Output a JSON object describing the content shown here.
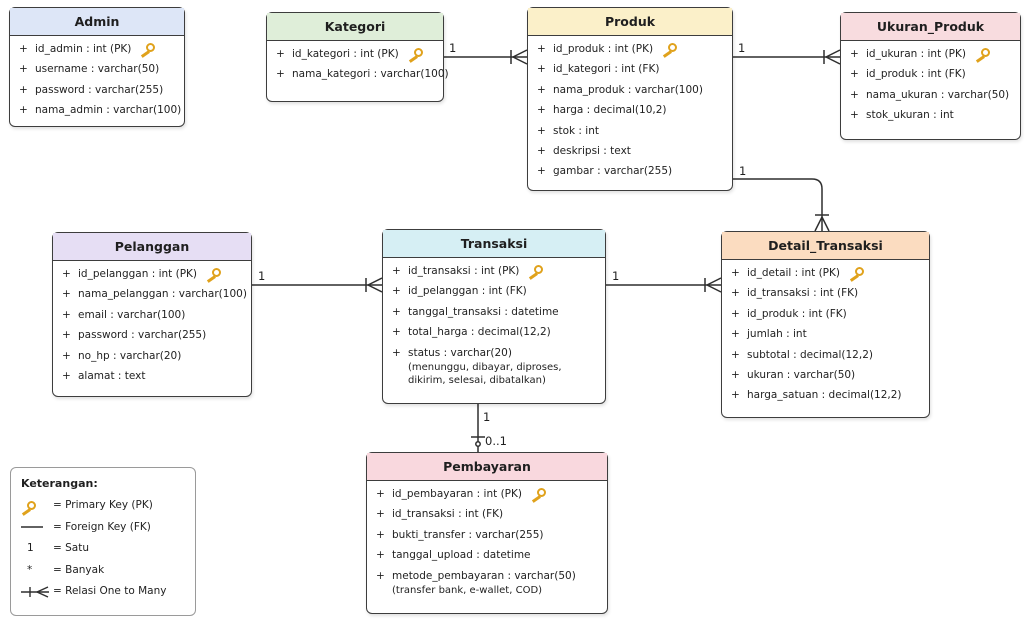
{
  "entities": {
    "admin": {
      "title": "Admin",
      "header_color": "#dde6f7",
      "attributes": [
        {
          "text": "id_admin : int (PK)",
          "pk": true
        },
        {
          "text": "username : varchar(50)",
          "pk": false
        },
        {
          "text": "password : varchar(255)",
          "pk": false
        },
        {
          "text": "nama_admin : varchar(100)",
          "pk": false
        }
      ]
    },
    "kategori": {
      "title": "Kategori",
      "header_color": "#dfeed9",
      "attributes": [
        {
          "text": "id_kategori : int (PK)",
          "pk": true
        },
        {
          "text": "nama_kategori : varchar(100)",
          "pk": false
        }
      ]
    },
    "produk": {
      "title": "Produk",
      "header_color": "#fbf0c9",
      "attributes": [
        {
          "text": "id_produk : int (PK)",
          "pk": true
        },
        {
          "text": "id_kategori : int (FK)",
          "pk": false
        },
        {
          "text": "nama_produk : varchar(100)",
          "pk": false
        },
        {
          "text": "harga : decimal(10,2)",
          "pk": false
        },
        {
          "text": "stok : int",
          "pk": false
        },
        {
          "text": "deskripsi : text",
          "pk": false
        },
        {
          "text": "gambar : varchar(255)",
          "pk": false
        }
      ]
    },
    "ukuran_produk": {
      "title": "Ukuran_Produk",
      "header_color": "#f8dcdf",
      "attributes": [
        {
          "text": "id_ukuran : int (PK)",
          "pk": true
        },
        {
          "text": "id_produk : int (FK)",
          "pk": false
        },
        {
          "text": "nama_ukuran : varchar(50)",
          "pk": false
        },
        {
          "text": "stok_ukuran : int",
          "pk": false
        }
      ]
    },
    "pelanggan": {
      "title": "Pelanggan",
      "header_color": "#e6def4",
      "attributes": [
        {
          "text": "id_pelanggan : int (PK)",
          "pk": true
        },
        {
          "text": "nama_pelanggan : varchar(100)",
          "pk": false
        },
        {
          "text": "email : varchar(100)",
          "pk": false
        },
        {
          "text": "password : varchar(255)",
          "pk": false
        },
        {
          "text": "no_hp : varchar(20)",
          "pk": false
        },
        {
          "text": "alamat : text",
          "pk": false
        }
      ]
    },
    "transaksi": {
      "title": "Transaksi",
      "header_color": "#d6eff4",
      "attributes": [
        {
          "text": "id_transaksi : int (PK)",
          "pk": true
        },
        {
          "text": "id_pelanggan : int (FK)",
          "pk": false
        },
        {
          "text": "tanggal_transaksi : datetime",
          "pk": false
        },
        {
          "text": "total_harga : decimal(12,2)",
          "pk": false
        },
        {
          "text": "status : varchar(20)",
          "pk": false,
          "note": "(menunggu, dibayar, diproses, dikirim, selesai, dibatalkan)"
        }
      ]
    },
    "detail_transaksi": {
      "title": "Detail_Transaksi",
      "header_color": "#fbdcc0",
      "attributes": [
        {
          "text": "id_detail : int (PK)",
          "pk": true
        },
        {
          "text": "id_transaksi : int (FK)",
          "pk": false
        },
        {
          "text": "id_produk : int (FK)",
          "pk": false
        },
        {
          "text": "jumlah : int",
          "pk": false
        },
        {
          "text": "subtotal : decimal(12,2)",
          "pk": false
        },
        {
          "text": "ukuran : varchar(50)",
          "pk": false
        },
        {
          "text": "harga_satuan : decimal(12,2)",
          "pk": false
        }
      ]
    },
    "pembayaran": {
      "title": "Pembayaran",
      "header_color": "#f9d8de",
      "attributes": [
        {
          "text": "id_pembayaran : int (PK)",
          "pk": true
        },
        {
          "text": "id_transaksi : int (FK)",
          "pk": false
        },
        {
          "text": "bukti_transfer : varchar(255)",
          "pk": false
        },
        {
          "text": "tanggal_upload : datetime",
          "pk": false
        },
        {
          "text": "metode_pembayaran : varchar(50)",
          "pk": false,
          "note": "(transfer bank, e-wallet, COD)"
        }
      ]
    }
  },
  "relations": {
    "kategori_produk": {
      "from_card": "1"
    },
    "produk_ukuran": {
      "from_card": "1"
    },
    "produk_detail": {
      "from_card": "1"
    },
    "pelanggan_transaksi": {
      "from_card": "1"
    },
    "transaksi_detail": {
      "from_card": "1"
    },
    "transaksi_pembayaran": {
      "from_card": "1",
      "to_card": "0..1"
    }
  },
  "legend": {
    "title": "Keterangan:",
    "items": [
      {
        "symbol": "key-icon",
        "label": "= Primary Key (PK)"
      },
      {
        "symbol": "line",
        "label": "= Foreign Key (FK)"
      },
      {
        "symbol": "1",
        "label": "= Satu"
      },
      {
        "symbol": "*",
        "label": "= Banyak"
      },
      {
        "symbol": "crowfoot-icon",
        "label": "= Relasi One to Many"
      }
    ]
  },
  "plus_sign": "+"
}
